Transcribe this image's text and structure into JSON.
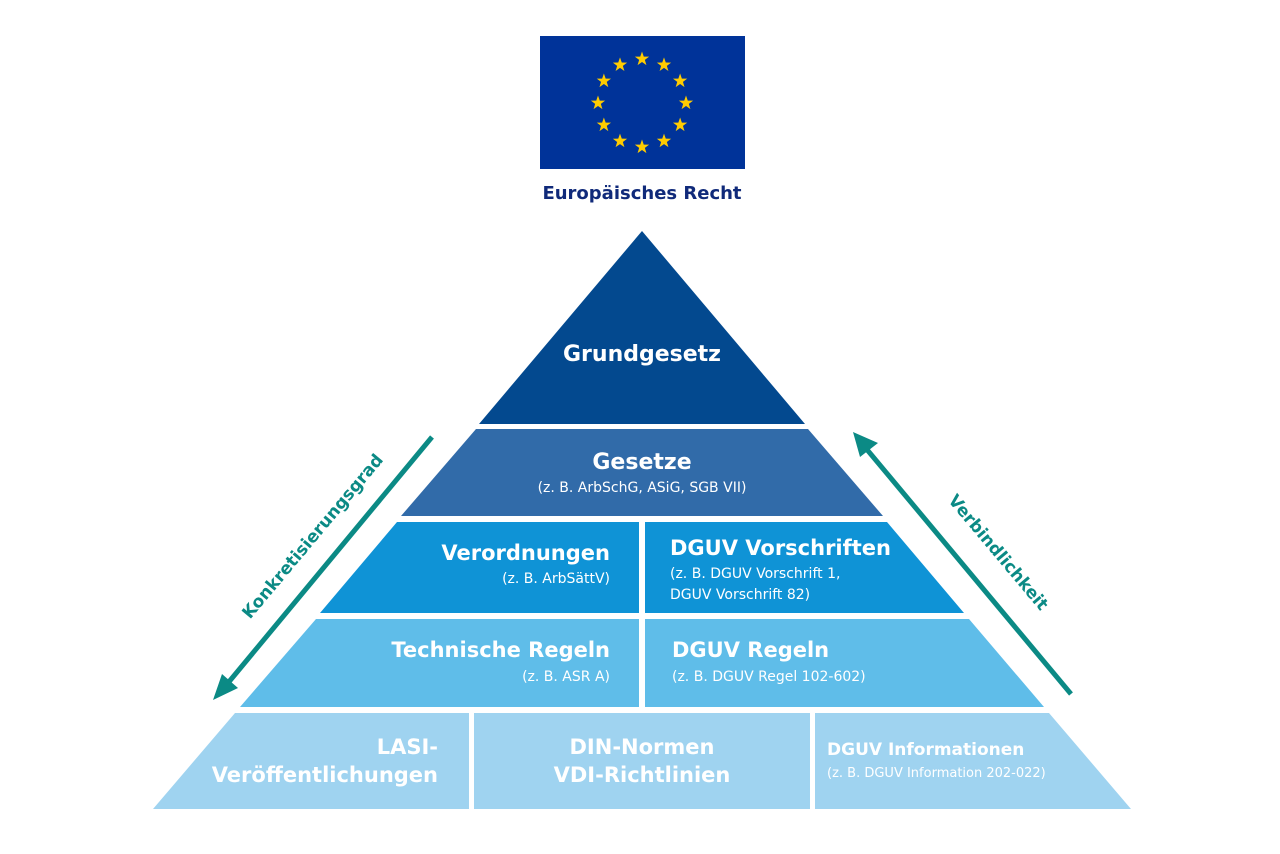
{
  "colors": {
    "eu_blue": "#003399",
    "eu_gold": "#FFCC00",
    "eu_label": "#102a7a",
    "tier1": "#03498f",
    "tier2": "#316ba9",
    "tier3": "#0f93d6",
    "tier4": "#5fbde9",
    "tier5": "#9fd3f0",
    "arrow": "#0b8a85",
    "text_light": "#ffffff"
  },
  "eu": {
    "flag_icon": "eu-flag-icon",
    "label": "Europäisches Recht"
  },
  "pyramid": {
    "tier1": {
      "title": "Grundgesetz"
    },
    "tier2": {
      "title": "Gesetze",
      "example": "(z. B. ArbSchG, ASiG, SGB VII)"
    },
    "tier3": {
      "left": {
        "title": "Verordnungen",
        "example": "(z. B. ArbSättV)"
      },
      "right": {
        "title": "DGUV Vorschriften",
        "example_line1": "(z. B. DGUV Vorschrift 1,",
        "example_line2": "DGUV Vorschrift 82)"
      }
    },
    "tier4": {
      "left": {
        "title": "Technische Regeln",
        "example": "(z. B. ASR A)"
      },
      "right": {
        "title": "DGUV Regeln",
        "example": "(z. B. DGUV Regel 102-602)"
      }
    },
    "tier5": {
      "left": {
        "line1": "LASI-",
        "line2": "Veröffentlichungen"
      },
      "middle": {
        "line1": "DIN-Normen",
        "line2": "VDI-Richtlinien"
      },
      "right": {
        "title": "DGUV Informationen",
        "example": "(z. B. DGUV Information 202-022)"
      }
    }
  },
  "arrows": {
    "left": {
      "label": "Konkretisierungsgrad",
      "direction": "down"
    },
    "right": {
      "label": "Verbindlichkeit",
      "direction": "up"
    }
  }
}
